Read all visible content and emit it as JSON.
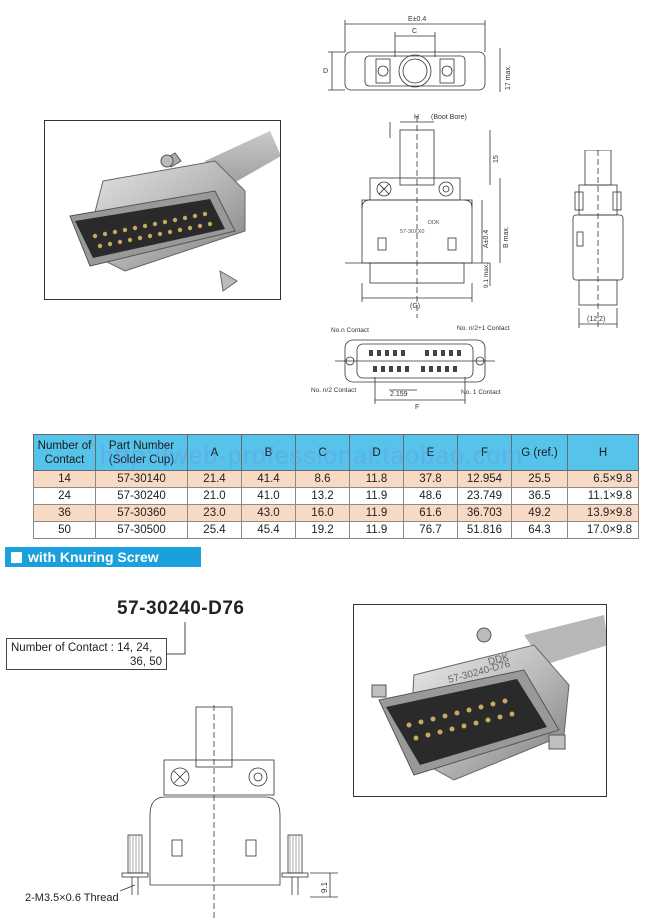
{
  "top_drawings": {
    "front_dims": {
      "width_label": "E±0.4",
      "center_label": "C",
      "d_label": "D",
      "height_label": "17 max."
    },
    "side_dims": {
      "h_label": "H",
      "boot_bore_label": "(Boot Bore)",
      "boot_len": "15",
      "a_label": "A±0.4",
      "b_label": "B max.",
      "bottom_label": "9.1 max.",
      "g_label": "(G)",
      "marking": "DDK",
      "marking_part": "57-30XX0"
    },
    "end_view": {
      "width_label": "(12.2)"
    },
    "contact_face": {
      "n_contact": "No.n Contact",
      "n2p1_contact": "No. n/2+1 Contact",
      "n2_contact": "No. n/2 Contact",
      "one_contact": "No. 1 Contact",
      "pitch": "2.159",
      "f_label": "F"
    }
  },
  "spec_table": {
    "headers": [
      "Number of Contact",
      "Part Number (Solder Cup)",
      "A",
      "B",
      "C",
      "D",
      "E",
      "F",
      "G (ref.)",
      "H"
    ],
    "rows": [
      [
        "14",
        "57-30140",
        "21.4",
        "41.4",
        "8.6",
        "11.8",
        "37.8",
        "12.954",
        "25.5",
        "6.5×9.8"
      ],
      [
        "24",
        "57-30240",
        "21.0",
        "41.0",
        "13.2",
        "11.9",
        "48.6",
        "23.749",
        "36.5",
        "11.1×9.8"
      ],
      [
        "36",
        "57-30360",
        "23.0",
        "43.0",
        "16.0",
        "11.9",
        "61.6",
        "36.703",
        "49.2",
        "13.9×9.8"
      ],
      [
        "50",
        "57-30500",
        "25.4",
        "45.4",
        "19.2",
        "11.9",
        "76.7",
        "51.816",
        "64.3",
        "17.0×9.8"
      ]
    ],
    "watermark": "http://web-professional.taobao.com"
  },
  "knurl_section": {
    "banner": "with Knuring Screw",
    "model": "57-30240-D76",
    "callout_line1": "Number of Contact : 14, 24,",
    "callout_line2": "36, 50",
    "thread": "2-M3.5×0.6 Thread",
    "dim_bottom": "9.1",
    "photo_marking_1": "DDK",
    "photo_marking_2": "57-30240-D76"
  },
  "colors": {
    "header_blue": "#55c3ea",
    "row_peach": "#f8d9c4",
    "banner_blue": "#1aa0dc"
  }
}
